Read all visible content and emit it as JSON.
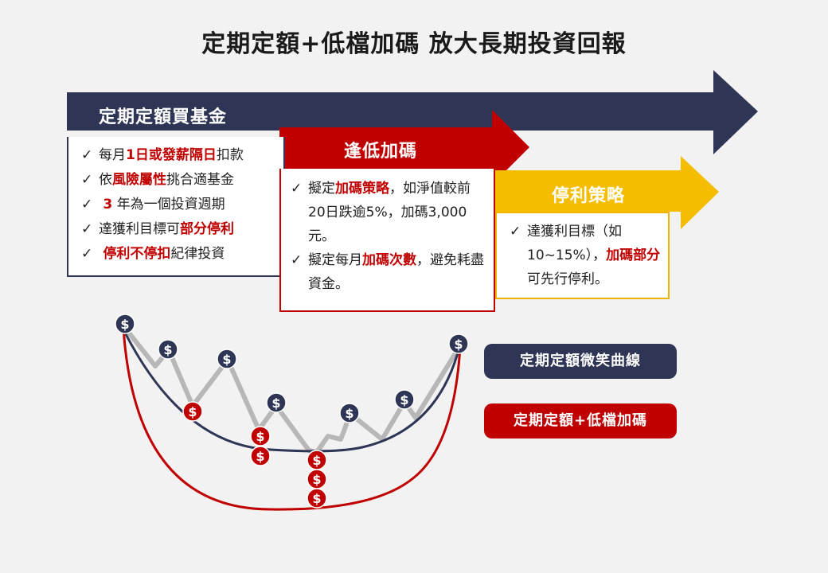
{
  "title": "定期定額+低檔加碼 放大長期投資回報",
  "arrows": {
    "a1": "定期定額買基金",
    "a2": "逢低加碼",
    "a3": "停利策略"
  },
  "box1": [
    [
      "每月",
      "1日或發薪隔日",
      "扣款"
    ],
    [
      "依",
      "風險屬性",
      "挑合適基金"
    ],
    [
      " ",
      "3",
      " 年為一個投資週期"
    ],
    [
      "達獲利目標可",
      "部分停利",
      ""
    ],
    [
      " ",
      "停利不停扣",
      "紀律投資"
    ]
  ],
  "box2": {
    "i1": {
      "pre": "擬定",
      "red": "加碼策略",
      "post": "，如淨值較前20日跌逾5%，加碼3,000元。"
    },
    "i2": {
      "pre": "擬定每月",
      "red": "加碼次數",
      "post": "，避免耗盡資金。"
    }
  },
  "box3": {
    "pre": "達獲利目標（如10~15%），",
    "red": "加碼部分",
    "post": "可先行停利。"
  },
  "check": "✓",
  "coin_symbol": "$",
  "legend": {
    "navy": "定期定額微笑曲線",
    "red": "定期定額+低檔加碼"
  },
  "colors": {
    "navy": "#2e3555",
    "red": "#c00000",
    "yellow": "#f5bd00",
    "gray": "#b7b7b7"
  }
}
